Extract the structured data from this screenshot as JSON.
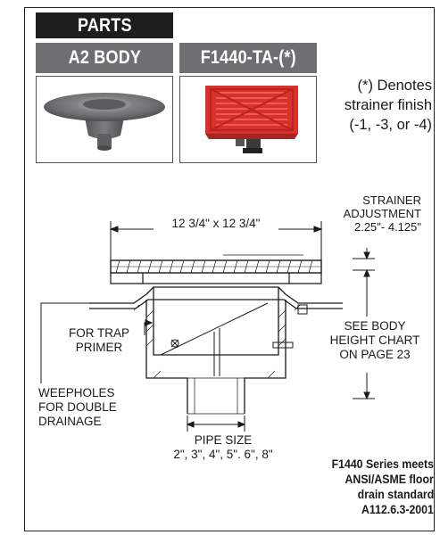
{
  "header": {
    "parts": "PARTS"
  },
  "parts": [
    {
      "label": "A2 BODY",
      "image": "gray cast iron drain body with flange"
    },
    {
      "label": "F1440-TA-(*)",
      "image": "red square strainer grate"
    }
  ],
  "note": {
    "line1": "(*) Denotes",
    "line2": "strainer finish",
    "line3": "(-1, -3, or -4)"
  },
  "diagram": {
    "width_dimension": "12 3/4\" x 12 3/4\"",
    "strainer_adjustment": [
      "STRAINER",
      "ADJUSTMENT",
      "2.25\"- 4.125\""
    ],
    "body_height": [
      "SEE BODY",
      "HEIGHT CHART",
      "ON PAGE 23"
    ],
    "trap_primer": [
      "FOR TRAP",
      "PRIMER"
    ],
    "weepholes": [
      "WEEPHOLES",
      "FOR DOUBLE",
      "DRAINAGE"
    ],
    "pipe_size": [
      "PIPE SIZE",
      "2\", 3\", 4\", 5\". 6\", 8\""
    ]
  },
  "standard": [
    "F1440 Series meets",
    "ANSI/ASME floor",
    "drain standard",
    "A112.6.3-2001"
  ],
  "colors": {
    "header_dark": "#1e1e1e",
    "header_gray": "#6f6f71",
    "strainer_red": "#d8312c",
    "body_gray": "#6c6e70"
  }
}
